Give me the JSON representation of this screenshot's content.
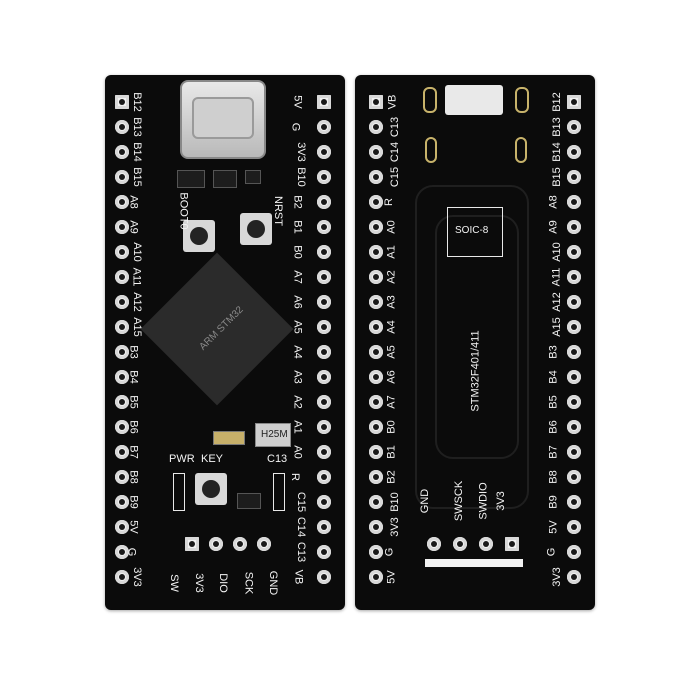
{
  "front": {
    "left_pins": [
      "B12",
      "B13",
      "B14",
      "B15",
      "A8",
      "A9",
      "A10",
      "A11",
      "A12",
      "A15",
      "B3",
      "B4",
      "B5",
      "B6",
      "B7",
      "B8",
      "B9",
      "5V",
      "G",
      "3V3"
    ],
    "right_pins": [
      "5V",
      "G",
      "3V3",
      "B10",
      "B2",
      "B1",
      "B0",
      "A7",
      "A6",
      "A5",
      "A4",
      "A3",
      "A2",
      "A1",
      "A0",
      "R",
      "C15",
      "C14",
      "C13",
      "VB"
    ],
    "button_boot": "BOOT0",
    "button_reset": "NRST",
    "button_key": "KEY",
    "led_pwr": "PWR",
    "led_c13": "C13",
    "crystal_label": "H25M",
    "chip_text": "ARM STM32",
    "swd_labels": [
      "SW",
      "3V3",
      "DIO",
      "SCK",
      "GND"
    ]
  },
  "back": {
    "left_pins": [
      "VB",
      "C13",
      "C14",
      "C15",
      "R",
      "A0",
      "A1",
      "A2",
      "A3",
      "A4",
      "A5",
      "A6",
      "A7",
      "B0",
      "B1",
      "B2",
      "B10",
      "3V3",
      "G",
      "5V"
    ],
    "right_pins": [
      "B12",
      "B13",
      "B14",
      "B15",
      "A8",
      "A9",
      "A10",
      "A11",
      "A12",
      "A15",
      "B3",
      "B4",
      "B5",
      "B6",
      "B7",
      "B8",
      "B9",
      "5V",
      "G",
      "3V3"
    ],
    "chip_name": "STM32F401/411",
    "soic_label": "SOIC-8",
    "swd_labels": [
      "GND",
      "SWSCK",
      "SWDIO",
      "3V3"
    ]
  }
}
